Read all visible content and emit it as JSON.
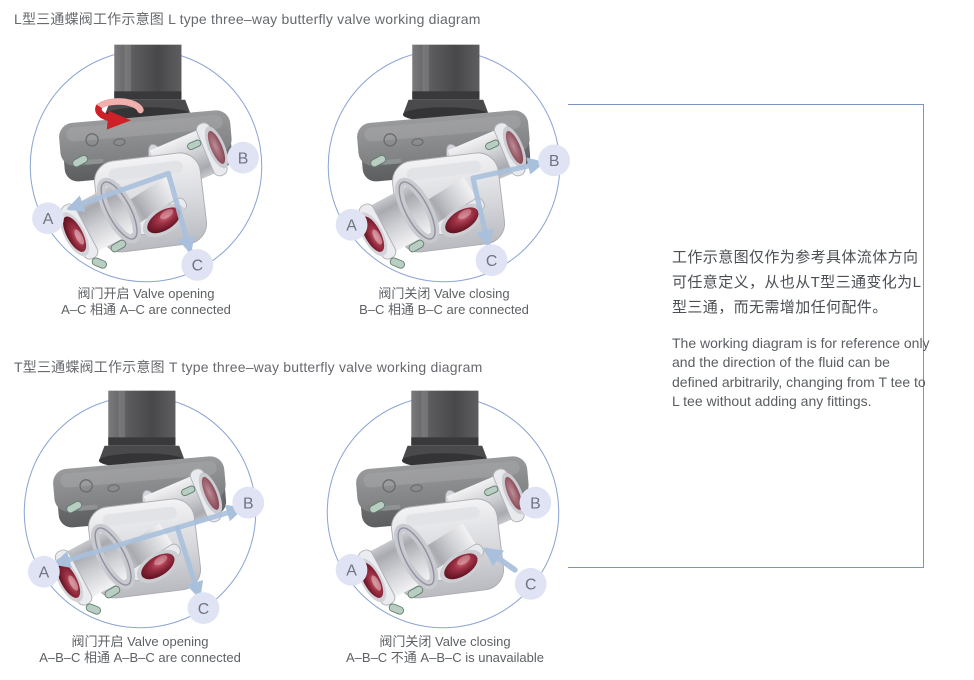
{
  "sections": [
    {
      "title": "L型三通蝶阀工作示意图 L type three–way butterfly valve working diagram",
      "diagrams": [
        {
          "state": "valve-opening",
          "ports": {
            "a": "A",
            "b": "B",
            "c": "C"
          },
          "caption": [
            "阀门开启 Valve opening",
            "A–C 相通 A–C are connected"
          ]
        },
        {
          "state": "valve-closing",
          "ports": {
            "a": "A",
            "b": "B",
            "c": "C"
          },
          "caption": [
            "阀门关闭 Valve closing",
            "B–C 相通 B–C are connected"
          ]
        }
      ]
    },
    {
      "title": "T型三通蝶阀工作示意图 T type three–way butterfly valve working diagram",
      "diagrams": [
        {
          "state": "valve-opening",
          "ports": {
            "a": "A",
            "b": "B",
            "c": "C"
          },
          "caption": [
            "阀门开启 Valve opening",
            "A–B–C 相通 A–B–C are connected"
          ]
        },
        {
          "state": "valve-closing",
          "ports": {
            "a": "A",
            "b": "B",
            "c": "C"
          },
          "caption": [
            "阀门关闭 Valve closing",
            "A–B–C 不通 A–B–C is unavailable"
          ]
        }
      ]
    }
  ],
  "note": {
    "zh": "工作示意图仅作为参考具体流体方向可任意定义，从也从T型三通变化为L型三通，而无需增加任何配件。",
    "en": "The working diagram is for reference only and the direction of the fluid can be defined arbitrarily, changing from T tee to L tee without adding any fittings."
  },
  "colors": {
    "circle_outline": "#8ba5d5",
    "arrow_blue": "#a9c0dc",
    "port_label_fill": "#dfe3f3",
    "port_label_text": "#6f7480",
    "bracket_blue": "#7b96c3",
    "rotation_arrow_red": "#ce2127",
    "title_gray": "#66696e"
  }
}
